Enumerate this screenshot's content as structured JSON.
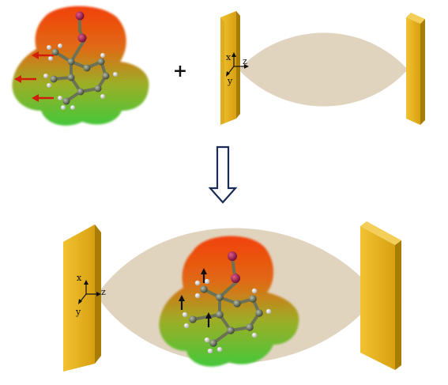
{
  "top": {
    "plus_sign": "+",
    "axes": {
      "x": "x",
      "y": "y",
      "z": "z"
    }
  },
  "bottom": {
    "axes": {
      "x": "x",
      "y": "y",
      "z": "z"
    }
  },
  "colors": {
    "mirror": "#e2ad17",
    "mirror_dark": "#a87d06",
    "cavity_mode": "#dccdb4",
    "potential_high": "#f24a10",
    "potential_low": "#4ec83a",
    "arrow_outline": "#1a2c55",
    "carbon": "#56604a",
    "hydrogen": "#e2e2e2",
    "iodine": "#9a1d4c",
    "dipole_arrow_top": "#d21c0c",
    "dipole_arrow_bottom": "#111111"
  }
}
